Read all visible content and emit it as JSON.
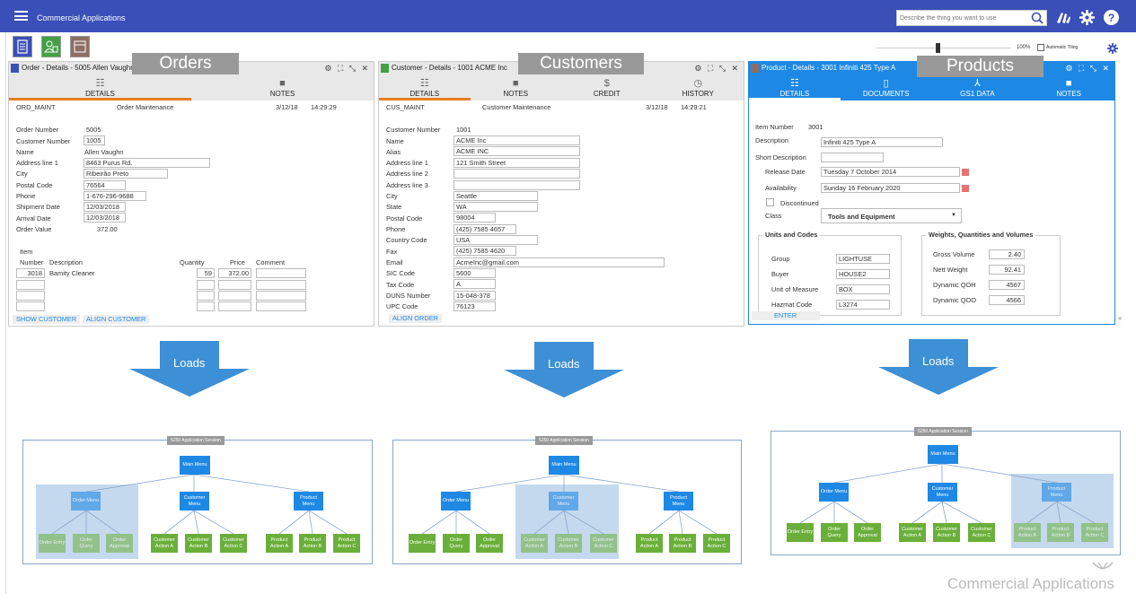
{
  "app": {
    "title": "Commercial Applications",
    "search_placeholder": "Describe the thing you want to use"
  },
  "zoom": {
    "value": "100%",
    "tiling_label": "Automatic Tiling"
  },
  "labels": {
    "orders": "Orders",
    "customers": "Customers",
    "products": "Products",
    "loads": "Loads"
  },
  "orders": {
    "title": "Order - Details - 5005 Allen Vaughn",
    "tabs": [
      "DETAILS",
      "NOTES"
    ],
    "code": "ORD_MAINT",
    "desc": "Order Maintenance",
    "date": "3/12/18",
    "time": "14:29:29",
    "fields": [
      [
        "Order Number",
        "5005"
      ],
      [
        "Customer Number",
        "1005"
      ],
      [
        "Name",
        "Allen Vaughn"
      ],
      [
        "Address line 1",
        "8463 Purus Rd."
      ],
      [
        "City",
        "Ribeirão Preto"
      ],
      [
        "Postal Code",
        "76564"
      ],
      [
        "Phone",
        "1-676-296-9688"
      ],
      [
        "Shipment Date",
        "12/03/2018"
      ],
      [
        "Arrival Date",
        "12/03/2018"
      ],
      [
        "Order Value",
        "372.00"
      ]
    ],
    "item_label": "Item",
    "cols": [
      "Number",
      "Description",
      "Quantity",
      "Price",
      "Comment"
    ],
    "row": {
      "number": "3018",
      "description": "Bamity Cleaner",
      "quantity": "59",
      "price": "372.00"
    },
    "btn1": "SHOW CUSTOMER",
    "btn2": "ALIGN CUSTOMER"
  },
  "customers": {
    "title": "Customer - Details - 1001 ACME Inc",
    "tabs": [
      "DETAILS",
      "NOTES",
      "CREDIT",
      "HISTORY"
    ],
    "code": "CUS_MAINT",
    "desc": "Customer Maintenance",
    "date": "3/12/18",
    "time": "14:29:21",
    "fields": [
      [
        "Customer Number",
        "1001"
      ],
      [
        "Name",
        "ACME Inc"
      ],
      [
        "Alias",
        "ACME INC"
      ],
      [
        "Address line 1",
        "121 Smith Street"
      ],
      [
        "Address line 2",
        ""
      ],
      [
        "Address line 3",
        ""
      ],
      [
        "City",
        "Seattle"
      ],
      [
        "State",
        "WA"
      ],
      [
        "Postal Code",
        "98004"
      ],
      [
        "Phone",
        "(425) 7585 4657"
      ],
      [
        "Country Code",
        "USA"
      ],
      [
        "Fax",
        "(425) 7585 4620"
      ],
      [
        "Email",
        "AcmeInc@gmail.com"
      ],
      [
        "SIC Code",
        "5600"
      ],
      [
        "Tax Code",
        "A"
      ],
      [
        "DUNS Number",
        "15-048-378"
      ],
      [
        "UPC Code",
        "76123"
      ]
    ],
    "btn": "ALIGN ORDER"
  },
  "products": {
    "title": "Product - Details - 3001 Infiniti 425 Type A",
    "tabs": [
      "DETAILS",
      "DOCUMENTS",
      "GS1 DATA",
      "NOTES"
    ],
    "item_number_label": "Item Number",
    "item_number": "3001",
    "description_label": "Description",
    "description": "Infiniti 425 Type A",
    "short_desc_label": "Short Description",
    "release_label": "Release Date",
    "release": "Tuesday 7 October 2014",
    "avail_label": "Availability",
    "avail": "Sunday 16 February 2020",
    "discontinued_label": "Discontinued",
    "class_label": "Class",
    "class_value": "Tools and Equipment",
    "units_title": "Units and Codes",
    "units": [
      [
        "Group",
        "LIGHTUSE"
      ],
      [
        "Buyer",
        "HOUSE2"
      ],
      [
        "Unit of Measure",
        "BOX"
      ],
      [
        "Hazmat Code",
        "L3274"
      ]
    ],
    "weights_title": "Weights, Quantities and Volumes",
    "weights": [
      [
        "Gross Volume",
        "2.40"
      ],
      [
        "Nett Weight",
        "92.41"
      ],
      [
        "Dynamic QOH",
        "4567"
      ],
      [
        "Dynamic QOO",
        "4566"
      ]
    ],
    "btn": "ENTER"
  },
  "diagram": {
    "session": "5250 Application Session",
    "main": "Main Menu",
    "order_menu": "Order Menu",
    "customer_menu": "Customer Menu",
    "product_menu": "Product Menu",
    "order_children": [
      "Order Entry",
      "Order Query",
      "Order Approval"
    ],
    "customer_children": [
      "Customer Action A",
      "Customer Action B",
      "Customer Action C"
    ],
    "product_children": [
      "Product Action A",
      "Product Action B",
      "Product Action C"
    ]
  },
  "watermark": "Commercial Applications"
}
